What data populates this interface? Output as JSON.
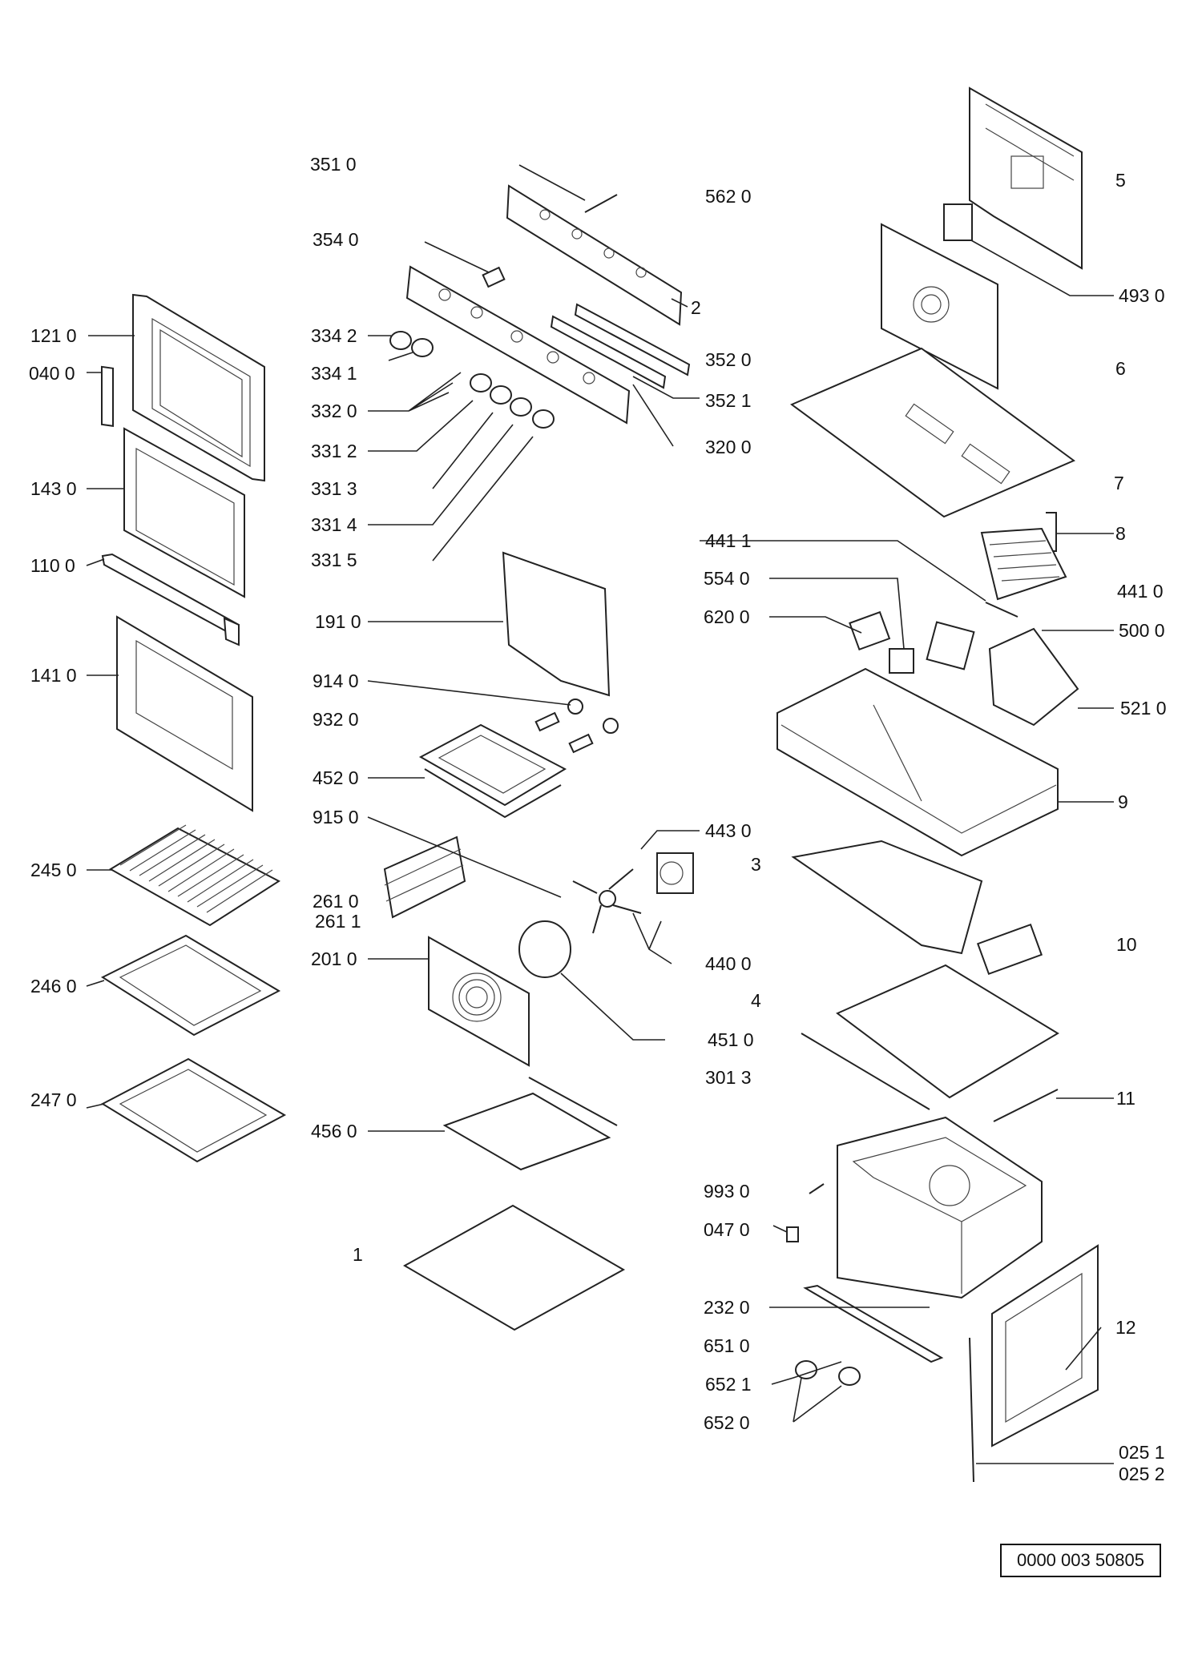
{
  "diagram": {
    "reference_code": "0000 003 50805",
    "left_labels": [
      {
        "id": "121_0",
        "text": "121 0"
      },
      {
        "id": "040_0",
        "text": "040 0"
      },
      {
        "id": "143_0",
        "text": "143 0"
      },
      {
        "id": "110_0",
        "text": "110 0"
      },
      {
        "id": "141_0",
        "text": "141 0"
      },
      {
        "id": "245_0",
        "text": "245 0"
      },
      {
        "id": "246_0",
        "text": "246 0"
      },
      {
        "id": "247_0",
        "text": "247 0"
      }
    ],
    "center_labels": [
      {
        "id": "351_0",
        "text": "351 0"
      },
      {
        "id": "354_0",
        "text": "354 0"
      },
      {
        "id": "334_2",
        "text": "334 2"
      },
      {
        "id": "334_1",
        "text": "334 1"
      },
      {
        "id": "332_0",
        "text": "332 0"
      },
      {
        "id": "331_2",
        "text": "331 2"
      },
      {
        "id": "331_3",
        "text": "331 3"
      },
      {
        "id": "331_4",
        "text": "331 4"
      },
      {
        "id": "331_5",
        "text": "331 5"
      },
      {
        "id": "191_0",
        "text": "191 0"
      },
      {
        "id": "914_0",
        "text": "914 0"
      },
      {
        "id": "932_0",
        "text": "932 0"
      },
      {
        "id": "452_0",
        "text": "452 0"
      },
      {
        "id": "915_0",
        "text": "915 0"
      },
      {
        "id": "261_0",
        "text": "261 0"
      },
      {
        "id": "261_1",
        "text": "261 1"
      },
      {
        "id": "201_0",
        "text": "201 0"
      },
      {
        "id": "456_0",
        "text": "456 0"
      },
      {
        "id": "1",
        "text": "1"
      },
      {
        "id": "562_0",
        "text": "562 0"
      },
      {
        "id": "2",
        "text": "2"
      },
      {
        "id": "352_0",
        "text": "352 0"
      },
      {
        "id": "352_1",
        "text": "352 1"
      },
      {
        "id": "320_0",
        "text": "320 0"
      },
      {
        "id": "441_1",
        "text": "441 1"
      },
      {
        "id": "554_0",
        "text": "554 0"
      },
      {
        "id": "620_0",
        "text": "620 0"
      },
      {
        "id": "443_0",
        "text": "443 0"
      },
      {
        "id": "3",
        "text": "3"
      },
      {
        "id": "440_0",
        "text": "440 0"
      },
      {
        "id": "4",
        "text": "4"
      },
      {
        "id": "451_0",
        "text": "451 0"
      },
      {
        "id": "301_3",
        "text": "301 3"
      },
      {
        "id": "993_0",
        "text": "993 0"
      },
      {
        "id": "047_0",
        "text": "047 0"
      },
      {
        "id": "232_0",
        "text": "232 0"
      },
      {
        "id": "651_0",
        "text": "651 0"
      },
      {
        "id": "652_1",
        "text": "652 1"
      },
      {
        "id": "652_0",
        "text": "652 0"
      }
    ],
    "right_labels": [
      {
        "id": "5",
        "text": "5"
      },
      {
        "id": "493_0",
        "text": "493 0"
      },
      {
        "id": "6",
        "text": "6"
      },
      {
        "id": "7",
        "text": "7"
      },
      {
        "id": "8",
        "text": "8"
      },
      {
        "id": "441_0",
        "text": "441 0"
      },
      {
        "id": "500_0",
        "text": "500 0"
      },
      {
        "id": "521_0",
        "text": "521 0"
      },
      {
        "id": "9",
        "text": "9"
      },
      {
        "id": "10",
        "text": "10"
      },
      {
        "id": "11",
        "text": "11"
      },
      {
        "id": "12",
        "text": "12"
      },
      {
        "id": "025_1",
        "text": "025 1"
      },
      {
        "id": "025_2",
        "text": "025 2"
      }
    ]
  }
}
